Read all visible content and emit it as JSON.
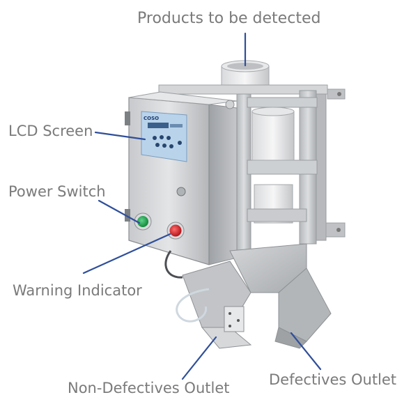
{
  "labels": {
    "products": "Products to be detected",
    "lcd_screen": "LCD Screen",
    "power_switch": "Power Switch",
    "warning_indicator": "Warning Indicator",
    "non_defectives_outlet": "Non-Defectives Outlet",
    "defectives_outlet": "Defectives Outlet"
  },
  "panel": {
    "brand": "COSO"
  },
  "colors": {
    "leader_line": "#2f4f9a",
    "label_text": "#7a7a7a",
    "power_button": "#1fa04a",
    "warning_button": "#d7262b",
    "lcd_panel": "#b9d3ea",
    "steel": "#c9cbce"
  }
}
